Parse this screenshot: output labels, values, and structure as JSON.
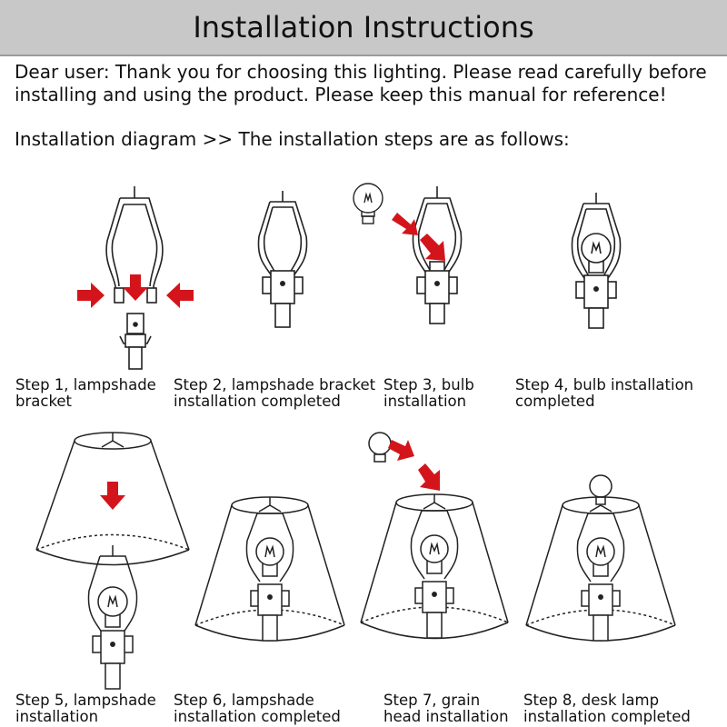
{
  "header": {
    "title": "Installation Instructions"
  },
  "intro": "Dear user: Thank you for choosing this lighting. Please read carefully before installing and using the product. Please keep this manual for reference!",
  "diagram_heading": "Installation diagram >> The installation steps are as follows:",
  "colors": {
    "header_bg": "#c8c8c8",
    "arrow": "#d3151b",
    "line": "#222222"
  },
  "steps": [
    {
      "line1": "Step 1, lampshade",
      "line2": "bracket"
    },
    {
      "line1": "Step 2, lampshade bracket",
      "line2": "installation completed"
    },
    {
      "line1": "Step 3, bulb",
      "line2": "installation"
    },
    {
      "line1": "Step 4, bulb installation",
      "line2": "completed"
    },
    {
      "line1": "Step 5, lampshade",
      "line2": "installation"
    },
    {
      "line1": "Step 6, lampshade",
      "line2": "installation completed"
    },
    {
      "line1": "Step 7, grain",
      "line2": "head installation"
    },
    {
      "line1": "Step 8, desk lamp",
      "line2": "installation completed"
    }
  ]
}
